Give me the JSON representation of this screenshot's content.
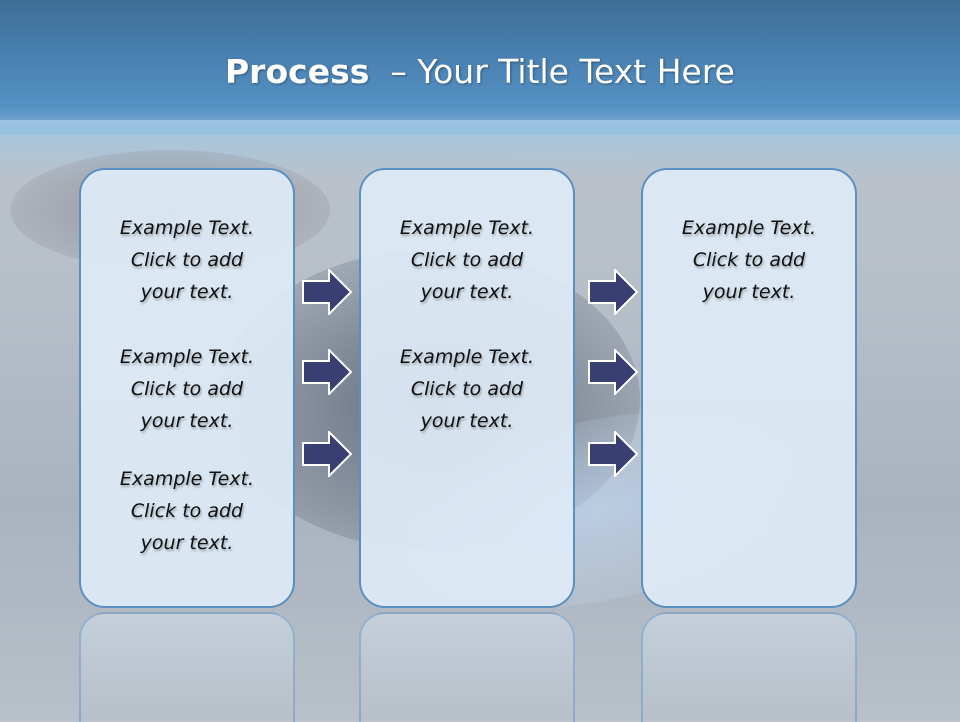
{
  "slide": {
    "title_bold": "Process",
    "title_rest": "  – Your Title Text Here"
  },
  "columns": [
    {
      "items": [
        "Example Text.\nClick  to add\nyour text.",
        "Example Text.\nClick  to add\nyour text.",
        "Example Text.\nClick  to add\nyour text."
      ]
    },
    {
      "items": [
        "Example Text.\nClick  to add\nyour text.",
        "Example Text.\nClick  to add\nyour text."
      ]
    },
    {
      "items": [
        "Example Text.\nClick  to add\nyour text."
      ]
    }
  ],
  "arrows": {
    "icon": "right-arrow-icon",
    "fill": "#3a3f73",
    "stroke": "#ffffff"
  },
  "colors": {
    "box_border": "#5b8fc0",
    "box_fill": "#deebf6",
    "header_band": "#4a82b2"
  }
}
